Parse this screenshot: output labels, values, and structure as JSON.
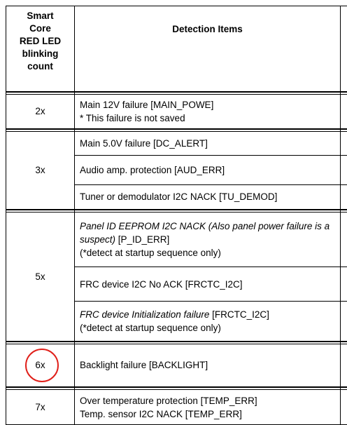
{
  "header": {
    "count_lines": [
      "Smart",
      "Core",
      "RED LED",
      "blinking",
      "count"
    ],
    "items_label": "Detection Items"
  },
  "groups": [
    {
      "count": "2x",
      "rows": [
        {
          "main": "Main 12V failure [MAIN_POWE]",
          "note": "* This failure is not saved"
        }
      ]
    },
    {
      "count": "3x",
      "rows": [
        {
          "main": "Main 5.0V failure [DC_ALERT]"
        },
        {
          "main": "Audio amp. protection [AUD_ERR]"
        },
        {
          "main": "Tuner or demodulator I2C NACK [TU_DEMOD]"
        }
      ]
    },
    {
      "count": "5x",
      "rows": [
        {
          "italic": "Panel ID EEPROM I2C NACK (Also panel power failure is a suspect)",
          "code": " [P_ID_ERR]",
          "note": "(*detect at startup sequence only)"
        },
        {
          "main": "FRC device I2C No ACK [FRCTC_I2C]"
        },
        {
          "italic": "FRC device Initialization failure",
          "code": " [FRCTC_I2C]",
          "note": "(*detect at startup sequence only)"
        }
      ]
    },
    {
      "count": "6x",
      "rows": [
        {
          "main": "Backlight failure [BACKLIGHT]"
        }
      ]
    },
    {
      "count": "7x",
      "rows": [
        {
          "main": "Over temperature protection [TEMP_ERR]",
          "note": "Temp. sensor I2C NACK [TEMP_ERR]"
        }
      ]
    }
  ],
  "annotation_color": "#e0201a"
}
